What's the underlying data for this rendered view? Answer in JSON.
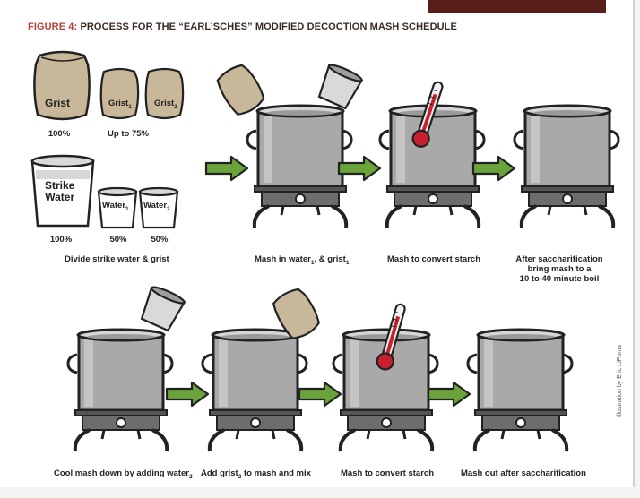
{
  "title": {
    "figure_label": "FIGURE 4:",
    "text": "PROCESS FOR THE “EARL’SCHES” MODIFIED DECOCTION MASH SCHEDULE"
  },
  "ingredients": {
    "grist": "Grist",
    "grist1": "Grist",
    "grist2": "Grist",
    "grist_pct": "100%",
    "grist_split_pct": "Up to 75%",
    "strike_water_line1": "Strike",
    "strike_water_line2": "Water",
    "water1": "Water",
    "water2": "Water",
    "water_pct": "100%",
    "water1_pct": "50%",
    "water2_pct": "50%",
    "caption": "Divide strike water & grist"
  },
  "subscripts": {
    "one": "1",
    "two": "2"
  },
  "steps_top": [
    {
      "caption": "Mash in water",
      "caption_mid": ", & grist"
    },
    {
      "caption": "Mash to convert starch"
    },
    {
      "caption_line1": "After saccharification",
      "caption_line2": "bring mash to a",
      "caption_line3": "10 to 40 minute boil"
    }
  ],
  "steps_bottom": [
    {
      "caption": "Cool mash down by adding water"
    },
    {
      "caption": "Add grist",
      "caption_end": " to mash and mix"
    },
    {
      "caption": "Mash to convert starch"
    },
    {
      "caption": "Mash out after saccharification"
    }
  ],
  "credit": "Illustration by Eric LiPuma",
  "colors": {
    "accent_red": "#b2433b",
    "arrow_green": "#6aa33a",
    "bag_tan": "#c9b79a",
    "pot_gray": "#a9a9a9",
    "thermo_red": "#c8202e"
  }
}
